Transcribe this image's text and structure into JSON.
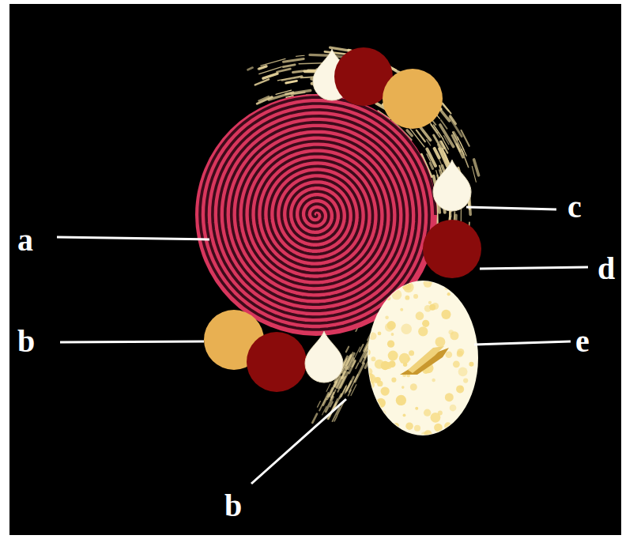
{
  "diagram": {
    "labels": [
      "a",
      "b",
      "c",
      "d",
      "e",
      "b"
    ]
  }
}
